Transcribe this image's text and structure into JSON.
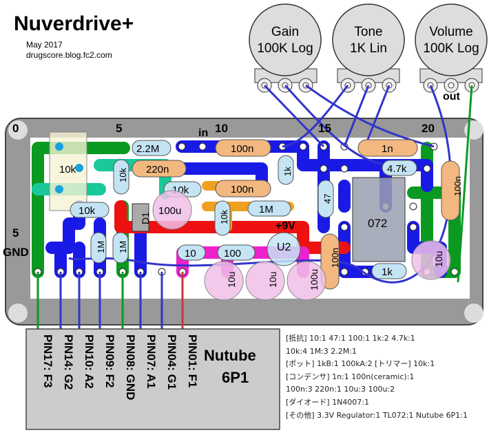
{
  "title": "Nuverdrive+",
  "date": "May 2017",
  "site": "drugscore.blog.fc2.com",
  "pots": [
    {
      "name": "Gain",
      "value": "100K Log"
    },
    {
      "name": "Tone",
      "value": "1K Lin"
    },
    {
      "name": "Volume",
      "value": "100K Log"
    }
  ],
  "labels": {
    "out": "out",
    "in": "in",
    "gnd": "GND",
    "v9": "+9V",
    "col0": "0",
    "col5": "5",
    "col10": "10",
    "col15": "15",
    "col20": "20",
    "row5": "5"
  },
  "components": {
    "r2_2m": "2.2M",
    "c100n_a": "100n",
    "c1n": "1n",
    "pot10k": "10k",
    "c220n": "220n",
    "r1k_v": "1k",
    "r4_7k": "4.7k",
    "r10k_a": "10k",
    "r10k_b": "10k",
    "c100n_b": "100n",
    "c100n_v": "100n",
    "r10k_c": "10k",
    "c100u_a": "100u",
    "r10k_d": "10k",
    "r1m": "1M",
    "r47": "47",
    "ic072": "072",
    "d1": "D1",
    "r1m_a": "1M",
    "r1m_b": "1M",
    "u2": "U2",
    "r10": "10",
    "r100": "100",
    "c100n_c": "100n",
    "c10u_a": "10u",
    "c10u_b": "10u",
    "c100u_b": "100u",
    "r1k_h": "1k",
    "c10u_c": "10u"
  },
  "pins": [
    "PIN17: F3",
    "PIN14: G2",
    "PIN10: A2",
    "PIN09: F2",
    "PIN08: GND",
    "PIN07: A1",
    "PIN04: G1",
    "PIN01: F1"
  ],
  "tube": {
    "name": "Nutube",
    "model": "6P1"
  },
  "bom": [
    "[抵抗] 10:1 47:1 100:1 1k:2 4.7k:1",
    "10k:4 1M:3 2.2M:1",
    "[ポット] 1kB:1 100kA:2 [トリマー] 10k:1",
    "[コンデンサ] 1n:1 100n(ceramic):1",
    "100n:3 220n:1 10u:3 100u:2",
    "[ダイオード] 1N4007:1",
    "[その他] 3.3V Regulator:1 TL072:1 Nutube 6P1:1"
  ]
}
